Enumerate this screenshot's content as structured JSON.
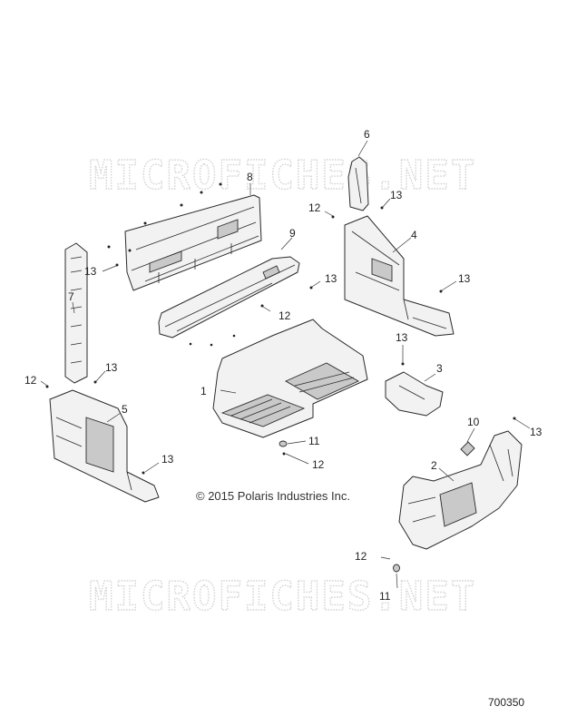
{
  "watermark": "MICROFICHES.NET",
  "copyright": "© 2015 Polaris Industries Inc.",
  "reference_number": "700350",
  "callouts": {
    "c1": "1",
    "c2": "2",
    "c3": "3",
    "c4": "4",
    "c5": "5",
    "c6": "6",
    "c7": "7",
    "c8": "8",
    "c9": "9",
    "c10": "10",
    "c11a": "11",
    "c11b": "11",
    "c12a": "12",
    "c12b": "12",
    "c12c": "12",
    "c12d": "12",
    "c12e": "12",
    "c13a": "13",
    "c13b": "13",
    "c13c": "13",
    "c13d": "13",
    "c13e": "13",
    "c13f": "13",
    "c13g": "13",
    "c13h": "13"
  }
}
